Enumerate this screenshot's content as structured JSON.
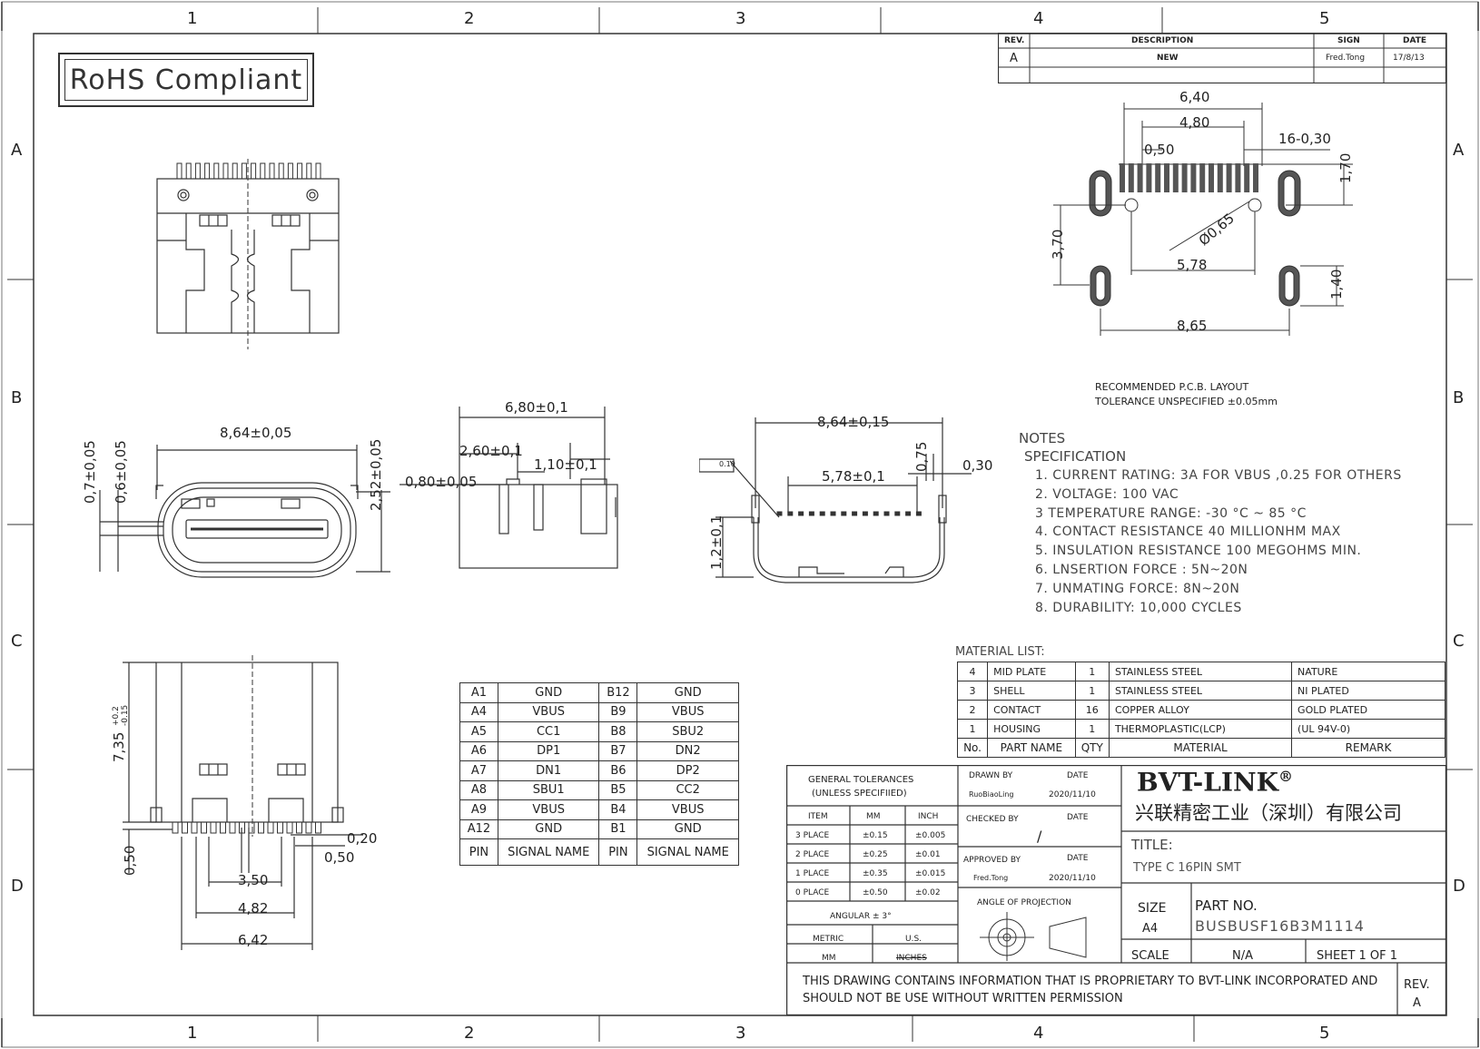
{
  "grid": {
    "cols": [
      "1",
      "2",
      "3",
      "4",
      "5"
    ],
    "rows": [
      "A",
      "B",
      "C",
      "D"
    ]
  },
  "badge": {
    "text": "RoHS Compliant"
  },
  "revision": {
    "headers": {
      "rev": "REV.",
      "desc": "DESCRIPTION",
      "sign": "SIGN",
      "date": "DATE"
    },
    "row": {
      "rev": "A",
      "desc": "NEW",
      "sign": "Fred.Tong",
      "date": "17/8/13"
    }
  },
  "pcb": {
    "dims": {
      "w640": "6,40",
      "w480": "4,80",
      "w050": "0,50",
      "pins": "16-0,30",
      "h170": "1,70",
      "h370": "3,70",
      "d065": "Ø0,65",
      "w578": "5,78",
      "h140": "1,40",
      "w865": "8,65"
    },
    "caption1": "RECOMMENDED  P.C.B.  LAYOUT",
    "caption2": "TOLERANCE  UNSPECIFIED  ±0.05mm"
  },
  "front": {
    "dims": {
      "w": "8,64±0,05",
      "a": "0,7±0,05",
      "b": "0,6±0,05",
      "c": "2,52±0,05"
    }
  },
  "side": {
    "dims": {
      "w": "6,80±0,1",
      "a": "2,60±0,1",
      "b": "1,10±0,1",
      "c": "0,80±0,05"
    }
  },
  "rear": {
    "dims": {
      "w": "8,64±0,15",
      "p": "5,78±0,1",
      "h": "0,75",
      "t": "0,30",
      "v": "1,2±0,1",
      "flat": "0.10"
    }
  },
  "bottom": {
    "dims": {
      "h": "7,35",
      "tol_up": "+0.2",
      "tol_dn": "-0.15",
      "a": "0,20",
      "b": "0,50",
      "c": "0,50",
      "d": "3,50",
      "e": "4,82",
      "f": "6,42"
    }
  },
  "notes": {
    "title": "NOTES",
    "subtitle": "SPECIFICATION",
    "items": [
      "1. CURRENT RATING: 3A FOR VBUS ,0.25 FOR OTHERS",
      "2. VOLTAGE: 100 VAC",
      "3  TEMPERATURE RANGE: -30 °C ~ 85 °C",
      "4. CONTACT RESISTANCE  40 MILLIONHM MAX",
      "5. INSULATION RESISTANCE  100 MEGOHMS MIN.",
      "6. LNSERTION FORCE : 5N~20N",
      "7. UNMATING FORCE: 8N~20N",
      "8. DURABILITY:  10,000 CYCLES"
    ]
  },
  "pins": {
    "rows": [
      [
        "A1",
        "GND",
        "B12",
        "GND"
      ],
      [
        "A4",
        "VBUS",
        "B9",
        "VBUS"
      ],
      [
        "A5",
        "CC1",
        "B8",
        "SBU2"
      ],
      [
        "A6",
        "DP1",
        "B7",
        "DN2"
      ],
      [
        "A7",
        "DN1",
        "B6",
        "DP2"
      ],
      [
        "A8",
        "SBU1",
        "B5",
        "CC2"
      ],
      [
        "A9",
        "VBUS",
        "B4",
        "VBUS"
      ],
      [
        "A12",
        "GND",
        "B1",
        "GND"
      ]
    ],
    "header": [
      "PIN",
      "SIGNAL NAME",
      "PIN",
      "SIGNAL NAME"
    ]
  },
  "material": {
    "title": "MATERIAL LIST:",
    "rows": [
      [
        "4",
        "MID PLATE",
        "1",
        "STAINLESS STEEL",
        "NATURE"
      ],
      [
        "3",
        "SHELL",
        "1",
        "STAINLESS STEEL",
        "NI PLATED"
      ],
      [
        "2",
        "CONTACT",
        "16",
        "COPPER ALLOY",
        "GOLD PLATED"
      ],
      [
        "1",
        "HOUSING",
        "1",
        "THERMOPLASTIC(LCP)",
        "(UL 94V-0)"
      ]
    ],
    "header": [
      "No.",
      "PART NAME",
      "QTY",
      "MATERIAL",
      "REMARK"
    ]
  },
  "titleblock": {
    "tol_title1": "GENERAL  TOLERANCES",
    "tol_title2": "(UNLESS  SPECIFIIED)",
    "tol_head": [
      "ITEM",
      "MM",
      "INCH"
    ],
    "tol_rows": [
      [
        "3 PLACE",
        "±0.15",
        "±0.005"
      ],
      [
        "2 PLACE",
        "±0.25",
        "±0.01"
      ],
      [
        "1 PLACE",
        "±0.35",
        "±0.015"
      ],
      [
        "0 PLACE",
        "±0.50",
        "±0.02"
      ]
    ],
    "angular": "ANGULAR  ±  3°",
    "metric": "METRIC",
    "us": "U.S.",
    "mm": "MM",
    "inches": "INCHES",
    "drawn_by": "DRAWN  BY",
    "drawn_name": "RuoBiaoLing",
    "date_lbl": "DATE",
    "drawn_date": "2020/11/10",
    "checked_by": "CHECKED  BY",
    "checked_val": "/",
    "approved_by": "APPROVED  BY",
    "approved_name": "Fred.Tong",
    "approved_date": "2020/11/10",
    "projection": "ANGLE  OF  PROJECTION",
    "company": "BVT-LINK",
    "company_mark": "®",
    "company_cn": "兴联精密工业（深圳）有限公司",
    "title_lbl": "TITLE:",
    "title_val": "TYPE  C     16PIN  SMT",
    "size_lbl": "SIZE",
    "size_val": "A4",
    "partno_lbl": "PART NO.",
    "partno_val": "BUSBUSF16B3M1114",
    "scale_lbl": "SCALE",
    "scale_val": "N/A",
    "sheet": "SHEET  1  OF  1",
    "disclaimer1": "THIS  DRAWING  CONTAINS  INFORMATION  THAT  IS  PROPRIETARY  TO  BVT-LINK  INCORPORATED  AND",
    "disclaimer2": "SHOULD  NOT  BE  USE  WITHOUT  WRITTEN  PERMISSION",
    "rev_lbl": "REV.",
    "rev_val": "A"
  }
}
